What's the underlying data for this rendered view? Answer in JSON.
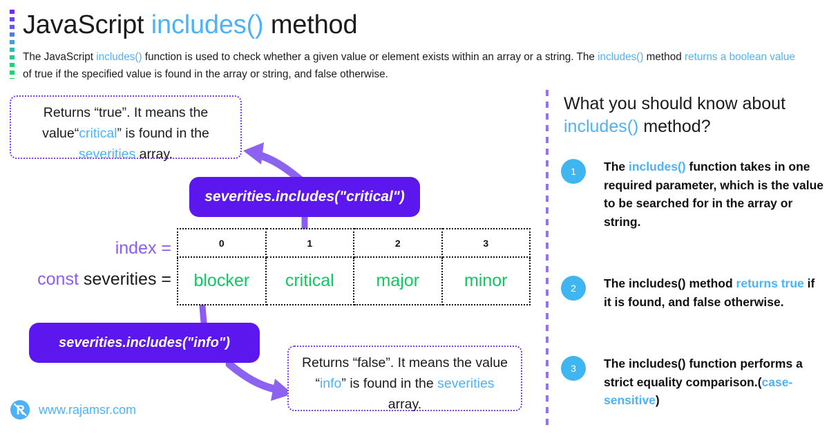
{
  "header": {
    "title_part1": "JavaScript ",
    "title_accent": "includes()",
    "title_part2": " method",
    "subtitle_1": "The JavaScript ",
    "subtitle_acc1": "includes()",
    "subtitle_2": " function is used to check whether a given value or element exists within an array or a string. The ",
    "subtitle_acc2": "includes()",
    "subtitle_3": " method ",
    "subtitle_acc3": "returns a boolean value",
    "subtitle_4": " of true if the specified value is found in the array or string, and false otherwise."
  },
  "callout_true": {
    "line1": "Returns “true”. It means the value",
    "quote_open": "“",
    "accent_critical": "critical",
    "quote_close": "”",
    "mid": " is found in the ",
    "accent_severities": "severities",
    "tail": " array."
  },
  "callout_false": {
    "line1": "Returns “false”. It means the",
    "line2_pre": "value “",
    "accent_info": "info",
    "line2_post": "” is found in the",
    "accent_severities": "severities",
    "tail": " array."
  },
  "pills": {
    "critical": "severities.includes(\"critical\")",
    "info": "severities.includes(\"info\")"
  },
  "array": {
    "index_label": "index = ",
    "const_keyword": "const",
    "const_rest": " severities = ",
    "indices": [
      "0",
      "1",
      "2",
      "3"
    ],
    "values": [
      "blocker",
      "critical",
      "major",
      "minor"
    ]
  },
  "right": {
    "heading_1": "What you should know about",
    "heading_accent": "includes()",
    "heading_2": " method?",
    "items": [
      {
        "num": "1",
        "pre": "The ",
        "accent": "includes()",
        "post": " function takes in one required parameter, which is the value to be searched for in the array or string."
      },
      {
        "num": "2",
        "pre": "The includes() method ",
        "accent": "returns true",
        "post": " if it is found, and false otherwise."
      },
      {
        "num": "3",
        "pre": "The includes() function performs a strict equality comparison.(",
        "accent": "case-sensitive",
        "post": ")"
      }
    ]
  },
  "footer": {
    "url": "www.rajamsr.com",
    "logo_icon": "rajamsr-r-logo-icon"
  },
  "colors": {
    "accent_blue": "#4DB2FA",
    "purple": "#5C16EE",
    "purple_border": "#7C3AED",
    "green": "#0FC763",
    "number_badge": "#40B6F0",
    "keyword_purple": "#8B5CF6",
    "text": "#1b1b1b"
  },
  "icons": {
    "arrow_up_left": "curved-arrow-up-left-icon",
    "arrow_down_right": "curved-arrow-down-right-icon",
    "connector_top": "connector-stub-icon",
    "connector_bottom": "connector-stub-icon"
  }
}
